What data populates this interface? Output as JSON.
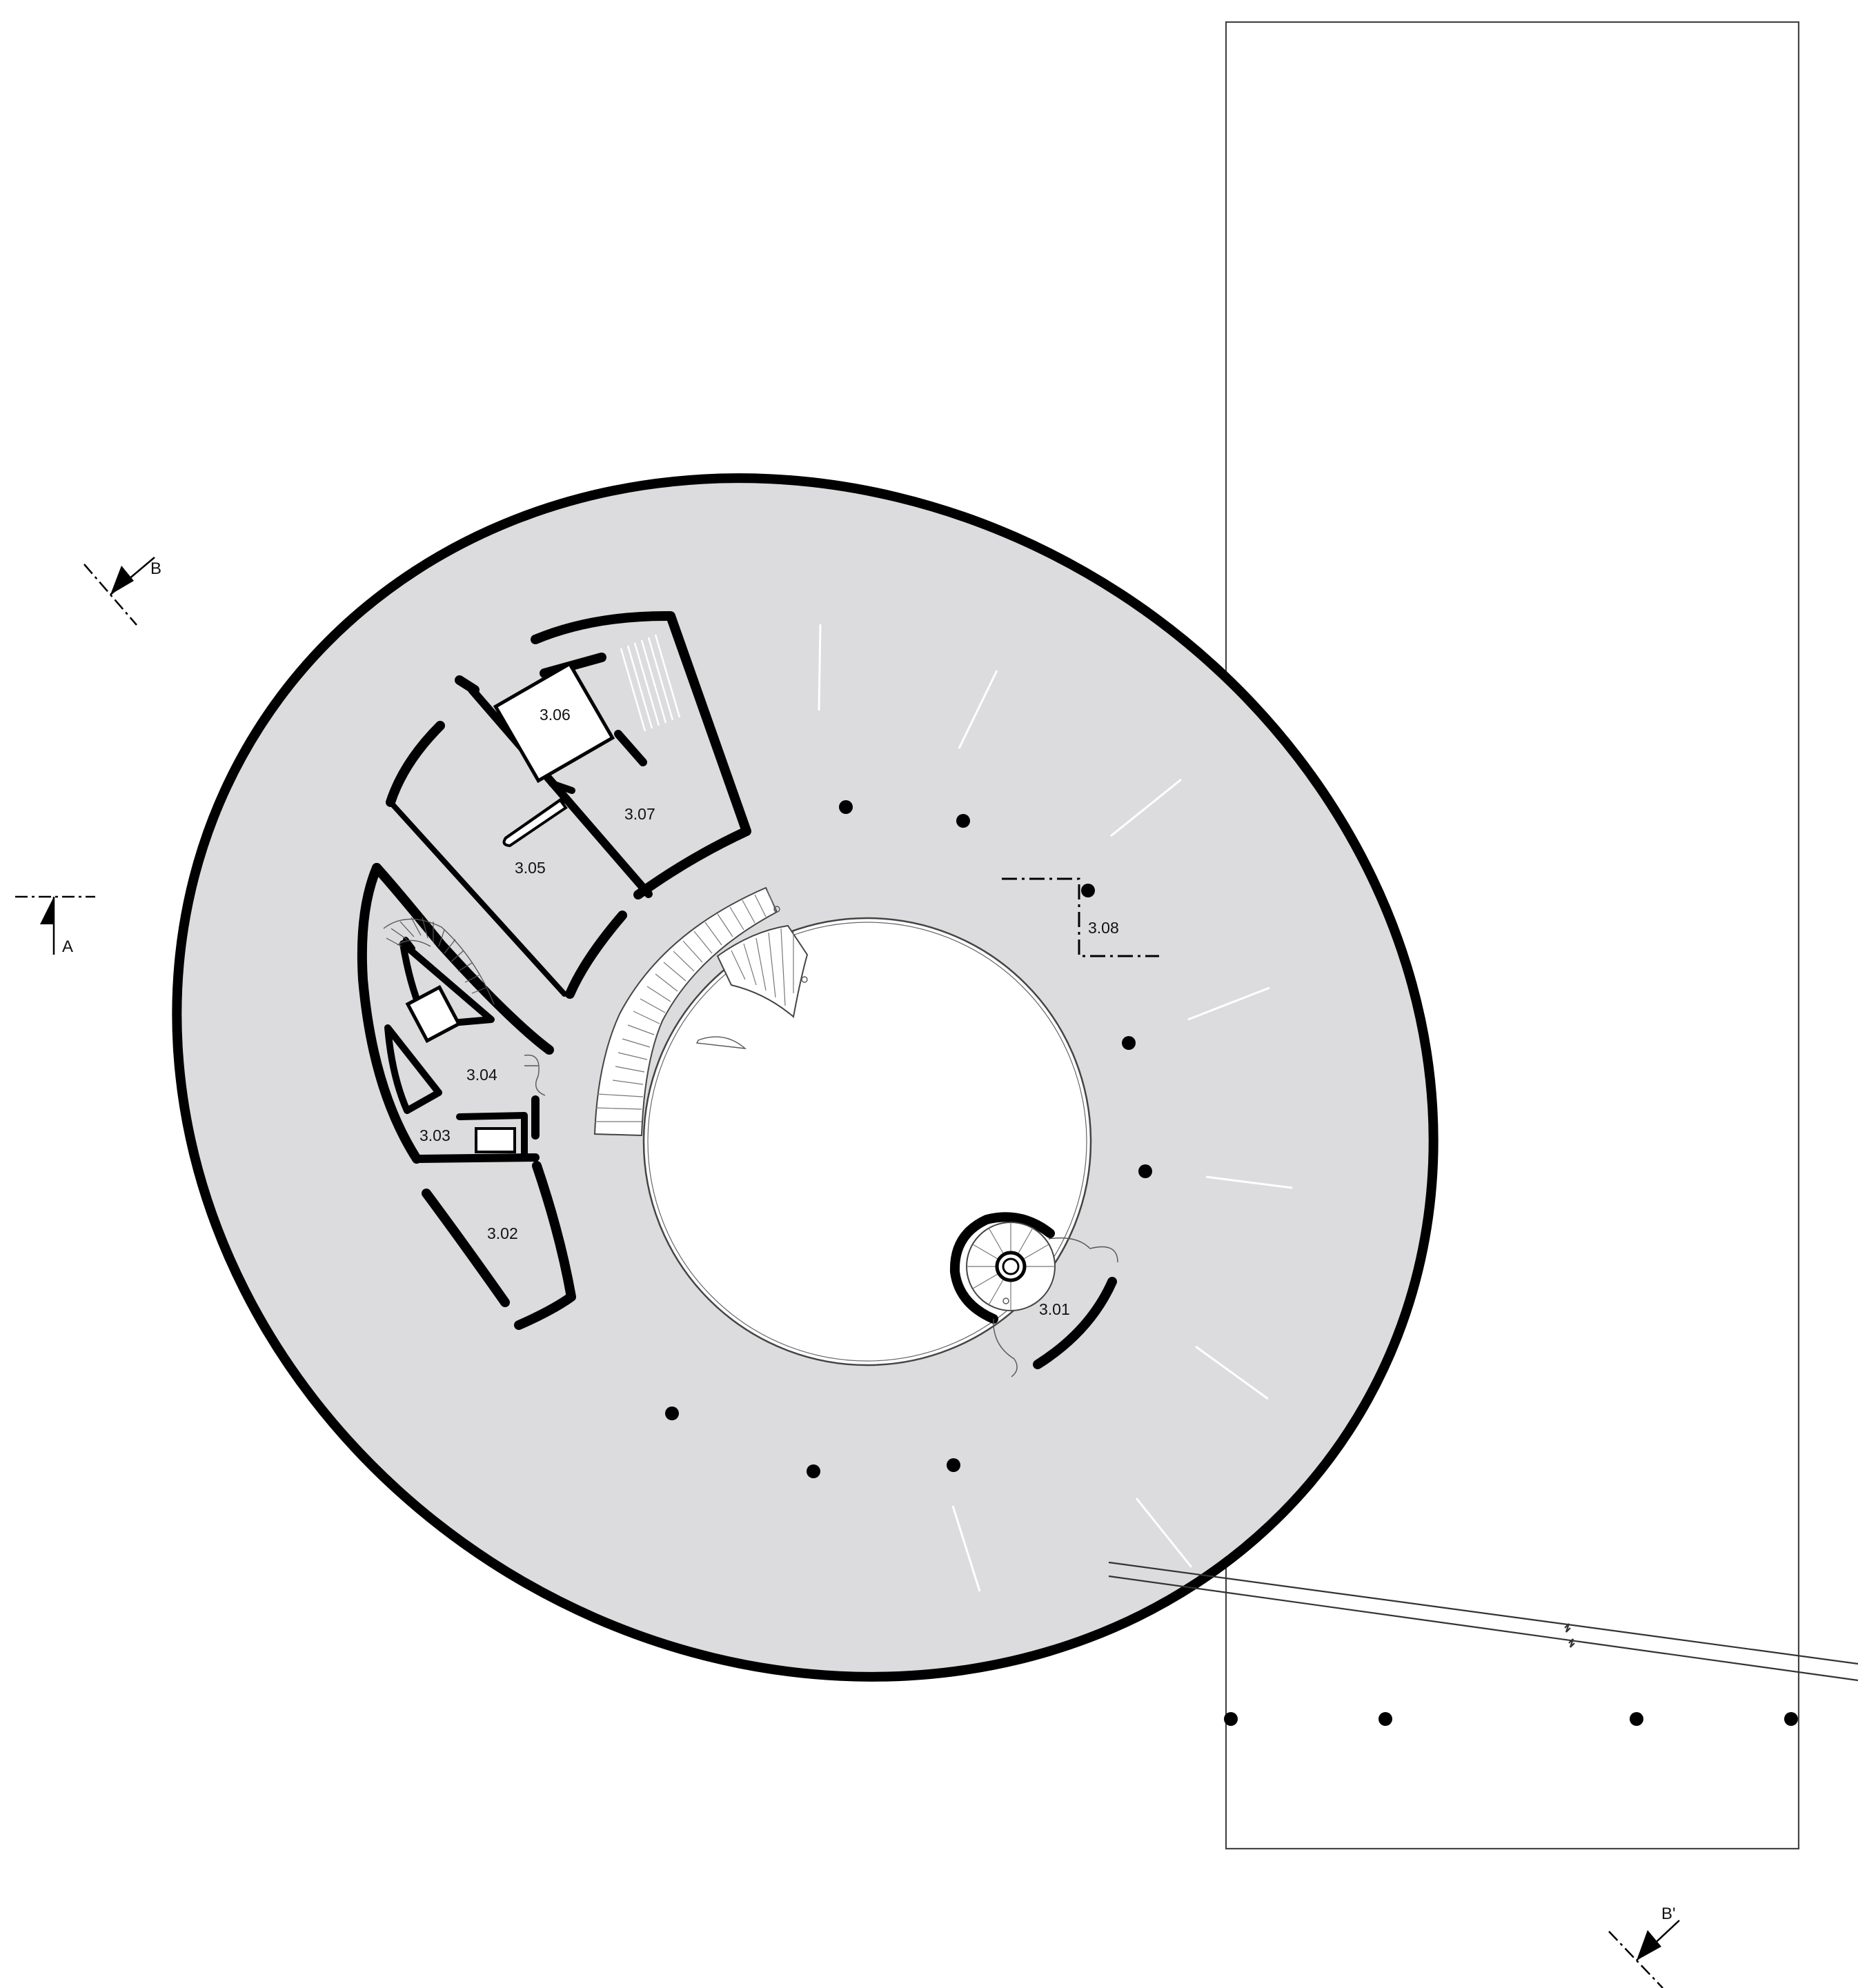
{
  "drawing": {
    "rooms": [
      {
        "id": "r301",
        "label": "3.01"
      },
      {
        "id": "r302",
        "label": "3.02"
      },
      {
        "id": "r303",
        "label": "3.03"
      },
      {
        "id": "r304",
        "label": "3.04"
      },
      {
        "id": "r305",
        "label": "3.05"
      },
      {
        "id": "r306",
        "label": "3.06"
      },
      {
        "id": "r307",
        "label": "3.07"
      },
      {
        "id": "r308",
        "label": "3.08"
      }
    ],
    "section_markers": {
      "a": "A",
      "b": "B",
      "b_prime": "B'"
    },
    "colors": {
      "floor_fill": "#dcdcde",
      "wall": "#000000",
      "background": "#ffffff"
    }
  }
}
